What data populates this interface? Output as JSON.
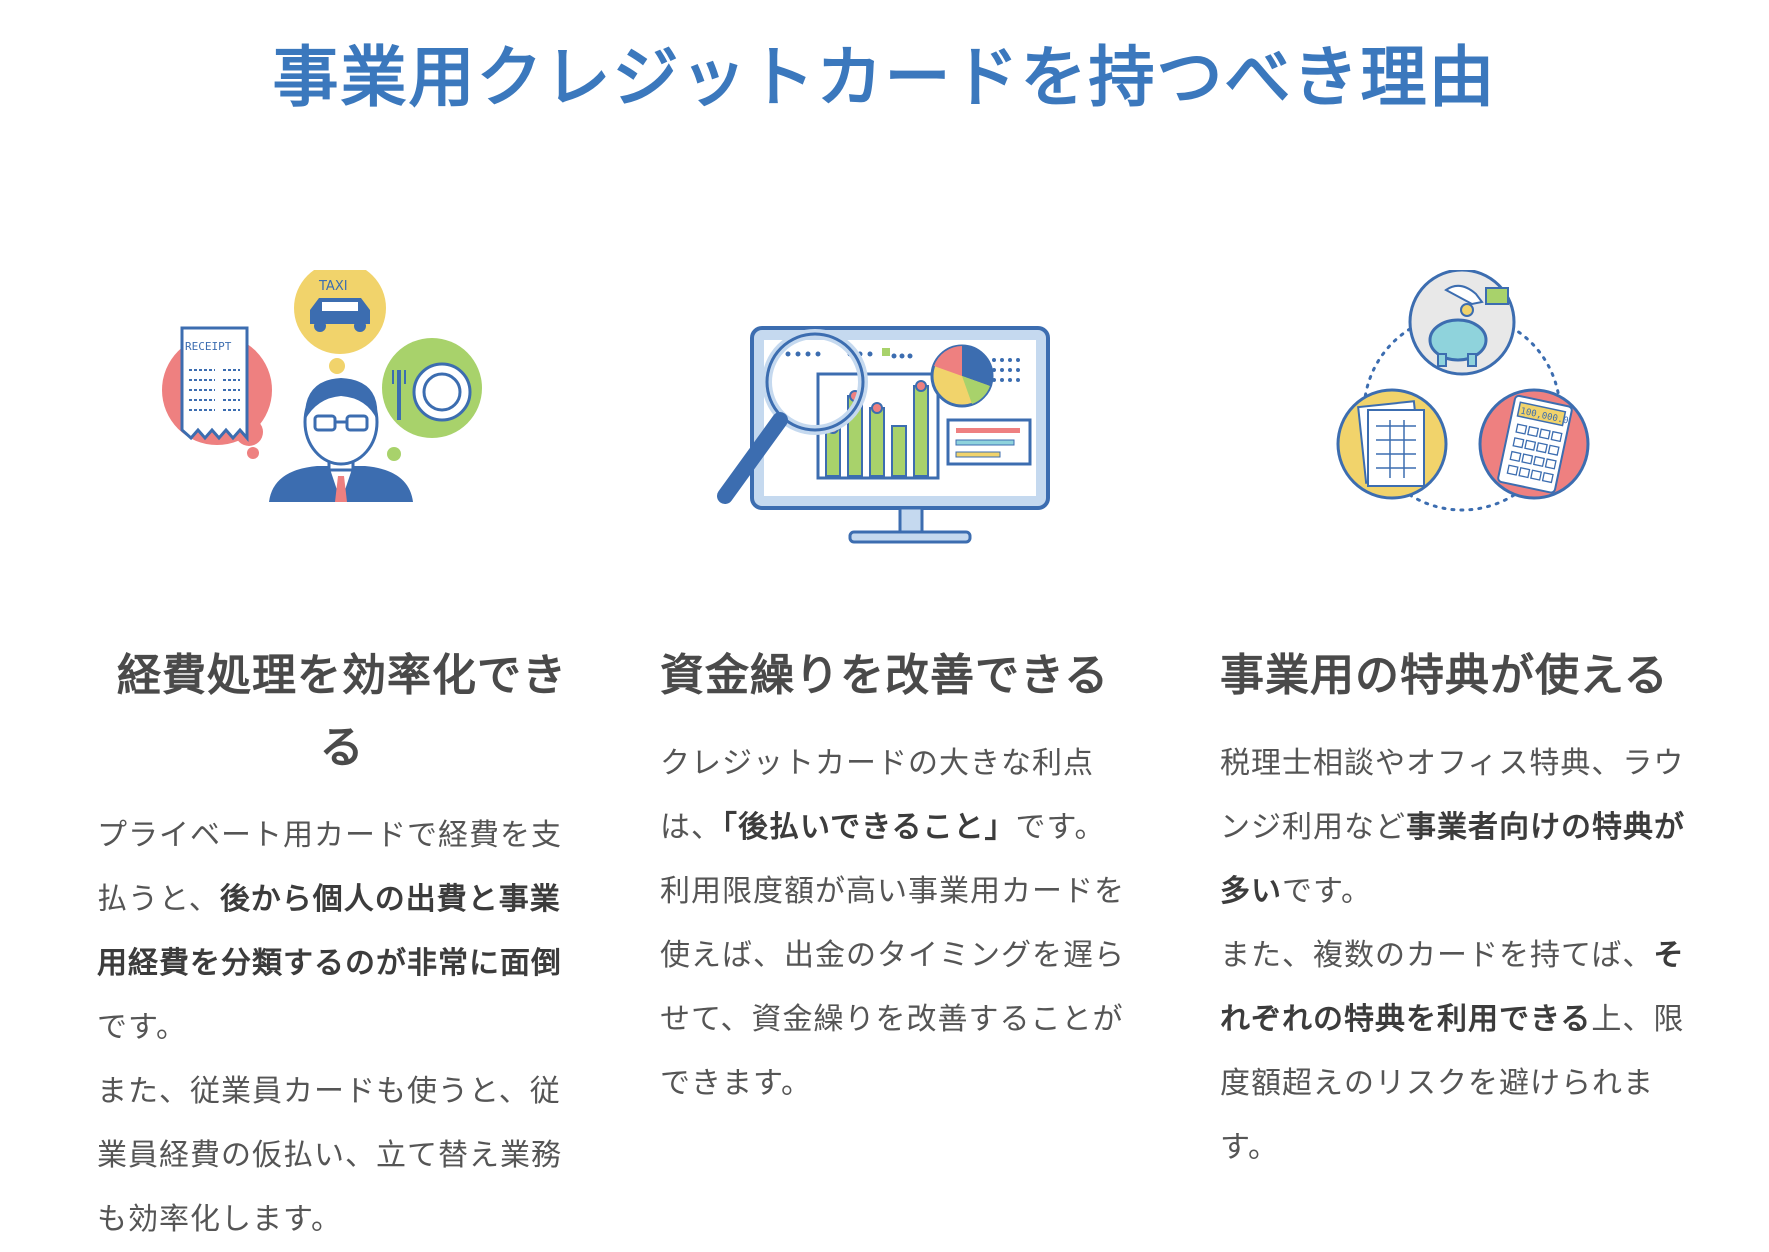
{
  "page": {
    "title": "事業用クレジットカードを持つべき理由"
  },
  "illustrations": {
    "receipt_text": "RECEIPT",
    "taxi_text": "TAXI",
    "calculator_display": "100,000.0"
  },
  "columns": [
    {
      "title": "経費処理を効率化できる",
      "paragraphs": [
        {
          "parts": [
            {
              "text": "プライベート用カードで経費を支払うと、",
              "bold": false
            },
            {
              "text": "後から個人の出費と事業用経費を分類するのが非常に面倒",
              "bold": true
            },
            {
              "text": "です。",
              "bold": false
            }
          ]
        },
        {
          "parts": [
            {
              "text": "また、従業員カードも使うと、従業員経費の仮払い、立て替え業務も効率化します。",
              "bold": false
            }
          ]
        }
      ]
    },
    {
      "title": "資金繰りを改善できる",
      "paragraphs": [
        {
          "parts": [
            {
              "text": "クレジットカードの大きな利点は、",
              "bold": false
            },
            {
              "text": "「後払いできること」",
              "bold": true
            },
            {
              "text": "です。",
              "bold": false
            }
          ]
        },
        {
          "parts": [
            {
              "text": "利用限度額が高い事業用カードを使えば、出金のタイミングを遅らせて、資金繰りを改善することができます。",
              "bold": false
            }
          ]
        }
      ]
    },
    {
      "title": "事業用の特典が使える",
      "paragraphs": [
        {
          "parts": [
            {
              "text": "税理士相談やオフィス特典、ラウンジ利用など",
              "bold": false
            },
            {
              "text": "事業者向けの特典が多い",
              "bold": true
            },
            {
              "text": "です。",
              "bold": false
            }
          ]
        },
        {
          "parts": [
            {
              "text": "また、複数のカードを持てば、",
              "bold": false
            },
            {
              "text": "それぞれの特典を利用できる",
              "bold": true
            },
            {
              "text": "上、限度額超えのリスクを避けられます。",
              "bold": false
            }
          ]
        }
      ]
    }
  ],
  "colors": {
    "title": "#3b78bd",
    "outline": "#3c6db0",
    "yellow": "#f1d36b",
    "red": "#ee8080",
    "green": "#a8d26b",
    "teal": "#8fd3dc"
  }
}
